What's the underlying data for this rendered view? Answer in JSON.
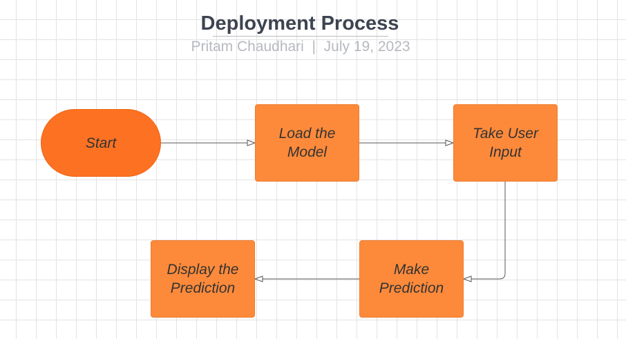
{
  "diagram": {
    "title": "Deployment Process",
    "subtitle": "Pritam Chaudhari  |  July 19, 2023",
    "nodes": {
      "start": "Start",
      "load_model": "Load the Model",
      "take_input": "Take User Input",
      "make_prediction": "Make Prediction",
      "display_prediction": "Display the Prediction"
    },
    "flow": [
      "Start",
      "Load the Model",
      "Take User Input",
      "Make Prediction",
      "Display the Prediction"
    ]
  },
  "colors": {
    "terminal_fill": "#fc7222",
    "process_fill": "#fd8a3b",
    "node_text": "#333333",
    "title_text": "#3d4450",
    "subtitle_text": "#b6b9bf",
    "connector": "#555555",
    "grid": "#e3e3e3"
  }
}
